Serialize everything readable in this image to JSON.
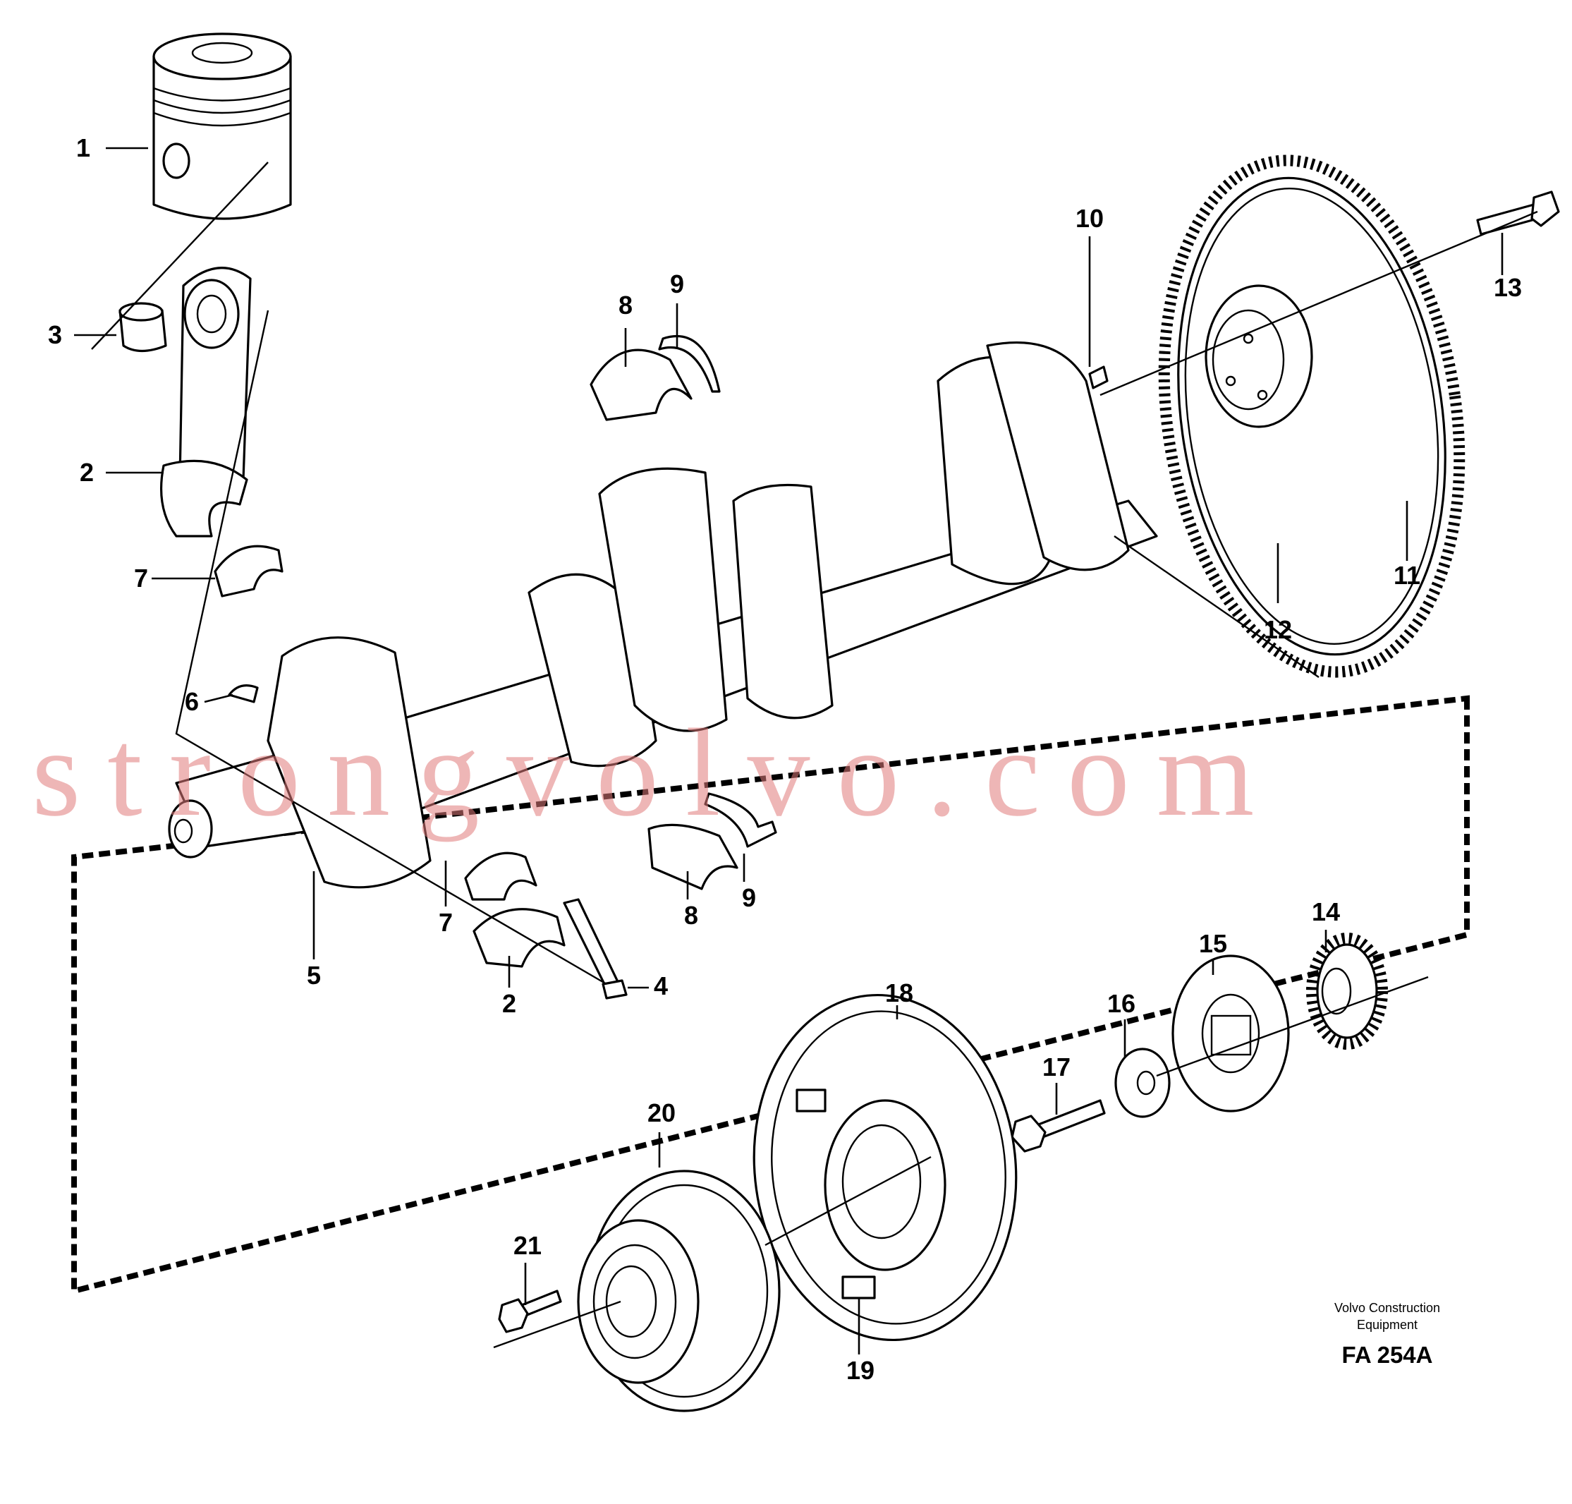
{
  "diagram": {
    "callouts": [
      "1",
      "2",
      "3",
      "7",
      "8",
      "9",
      "10",
      "11",
      "12",
      "13",
      "6",
      "5",
      "7",
      "2",
      "8",
      "9",
      "4",
      "14",
      "15",
      "16",
      "17",
      "18",
      "20",
      "21",
      "19"
    ],
    "watermark": "strongvolvo.com",
    "credit_line1": "Volvo Construction",
    "credit_line2": "Equipment",
    "figure_code": "FA 254A"
  }
}
